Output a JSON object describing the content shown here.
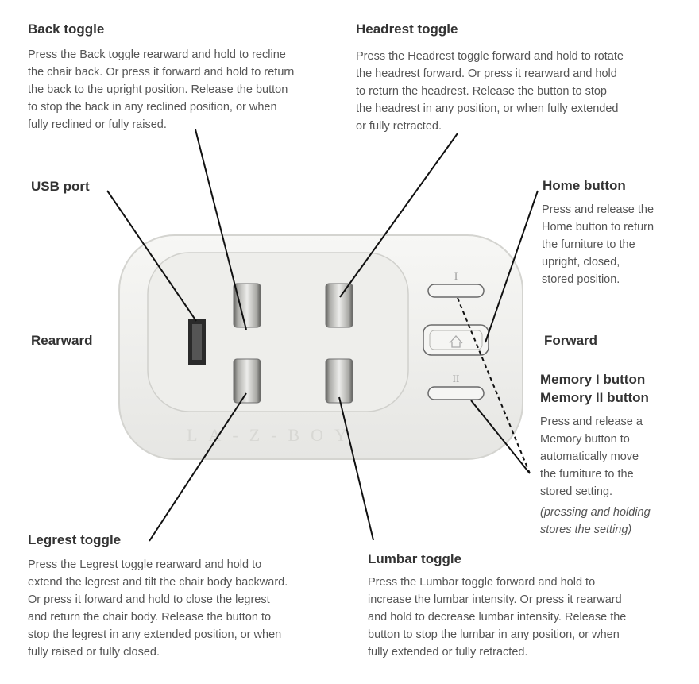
{
  "back": {
    "title": "Back toggle",
    "text": "Press the Back toggle rearward and hold to recline\nthe chair back. Or press it forward and hold to return\nthe back to the upright position. Release the button\nto stop the back in any reclined position, or when\nfully reclined or fully raised."
  },
  "headrest": {
    "title": "Headrest toggle",
    "text": "Press the Headrest toggle forward and hold to rotate\nthe headrest forward. Or press it rearward and hold\nto return the headrest. Release the button to stop\nthe headrest in any position, or when fully extended\nor fully retracted."
  },
  "usb": {
    "title": "USB port"
  },
  "home": {
    "title": "Home button",
    "text": "Press and release the\nHome button to return\nthe furniture to the\nupright, closed,\nstored position."
  },
  "rearward": {
    "label": "Rearward"
  },
  "forward": {
    "label": "Forward"
  },
  "memory": {
    "title1": "Memory I button",
    "title2": "Memory II button",
    "text": "Press and release a\nMemory button to\nautomatically move\nthe furniture to the\nstored setting.",
    "note": "(pressing and holding\nstores the setting)"
  },
  "legrest": {
    "title": "Legrest toggle",
    "text": "Press the Legrest toggle rearward and hold to\nextend the legrest and tilt the chair body backward.\nOr press it forward and hold to close the legrest\nand return the chair body. Release the button to\nstop the legrest in any extended position, or when\nfully raised or fully closed."
  },
  "lumbar": {
    "title": "Lumbar toggle",
    "text": "Press the Lumbar toggle forward and hold to\nincrease the lumbar intensity. Or press it rearward\nand hold to decrease lumbar intensity. Release the\nbutton to stop the lumbar in any position, or when\nfully extended or fully retracted."
  },
  "device": {
    "brand": "LA-Z-BOY",
    "memory_one_mark": "I",
    "memory_two_mark": "II"
  }
}
